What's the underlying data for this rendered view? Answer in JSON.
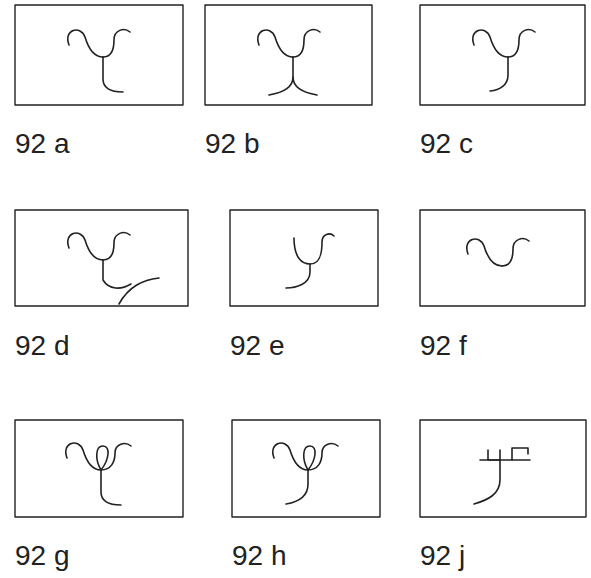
{
  "diagram": {
    "labels": [
      "92 a",
      "92 b",
      "92 c",
      "92 d",
      "92 e",
      "92 f",
      "92 g",
      "92 h",
      "92 j"
    ]
  }
}
